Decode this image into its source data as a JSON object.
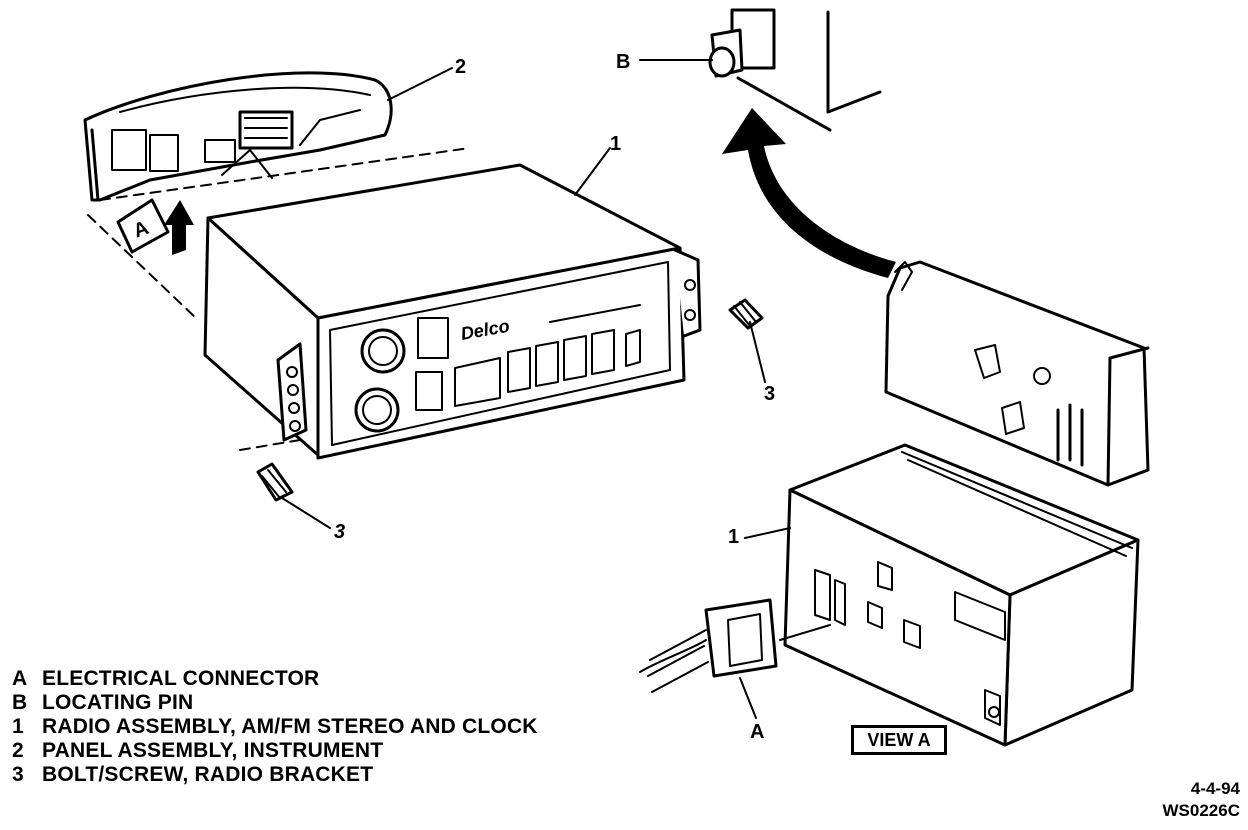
{
  "callouts": {
    "a_dash": "A",
    "a_view": "A",
    "b": "B",
    "one_main": "1",
    "one_view": "1",
    "two": "2",
    "three_upper": "3",
    "three_lower": "3",
    "brand": "Delco"
  },
  "view_label": "VIEW A",
  "legend": [
    {
      "key": "A",
      "text": "ELECTRICAL CONNECTOR"
    },
    {
      "key": "B",
      "text": "LOCATING PIN"
    },
    {
      "key": "1",
      "text": "RADIO ASSEMBLY, AM/FM STEREO AND CLOCK"
    },
    {
      "key": "2",
      "text": "PANEL ASSEMBLY, INSTRUMENT"
    },
    {
      "key": "3",
      "text": "BOLT/SCREW, RADIO BRACKET"
    }
  ],
  "footer": {
    "date": "4-4-94",
    "code": "WS0226C"
  }
}
